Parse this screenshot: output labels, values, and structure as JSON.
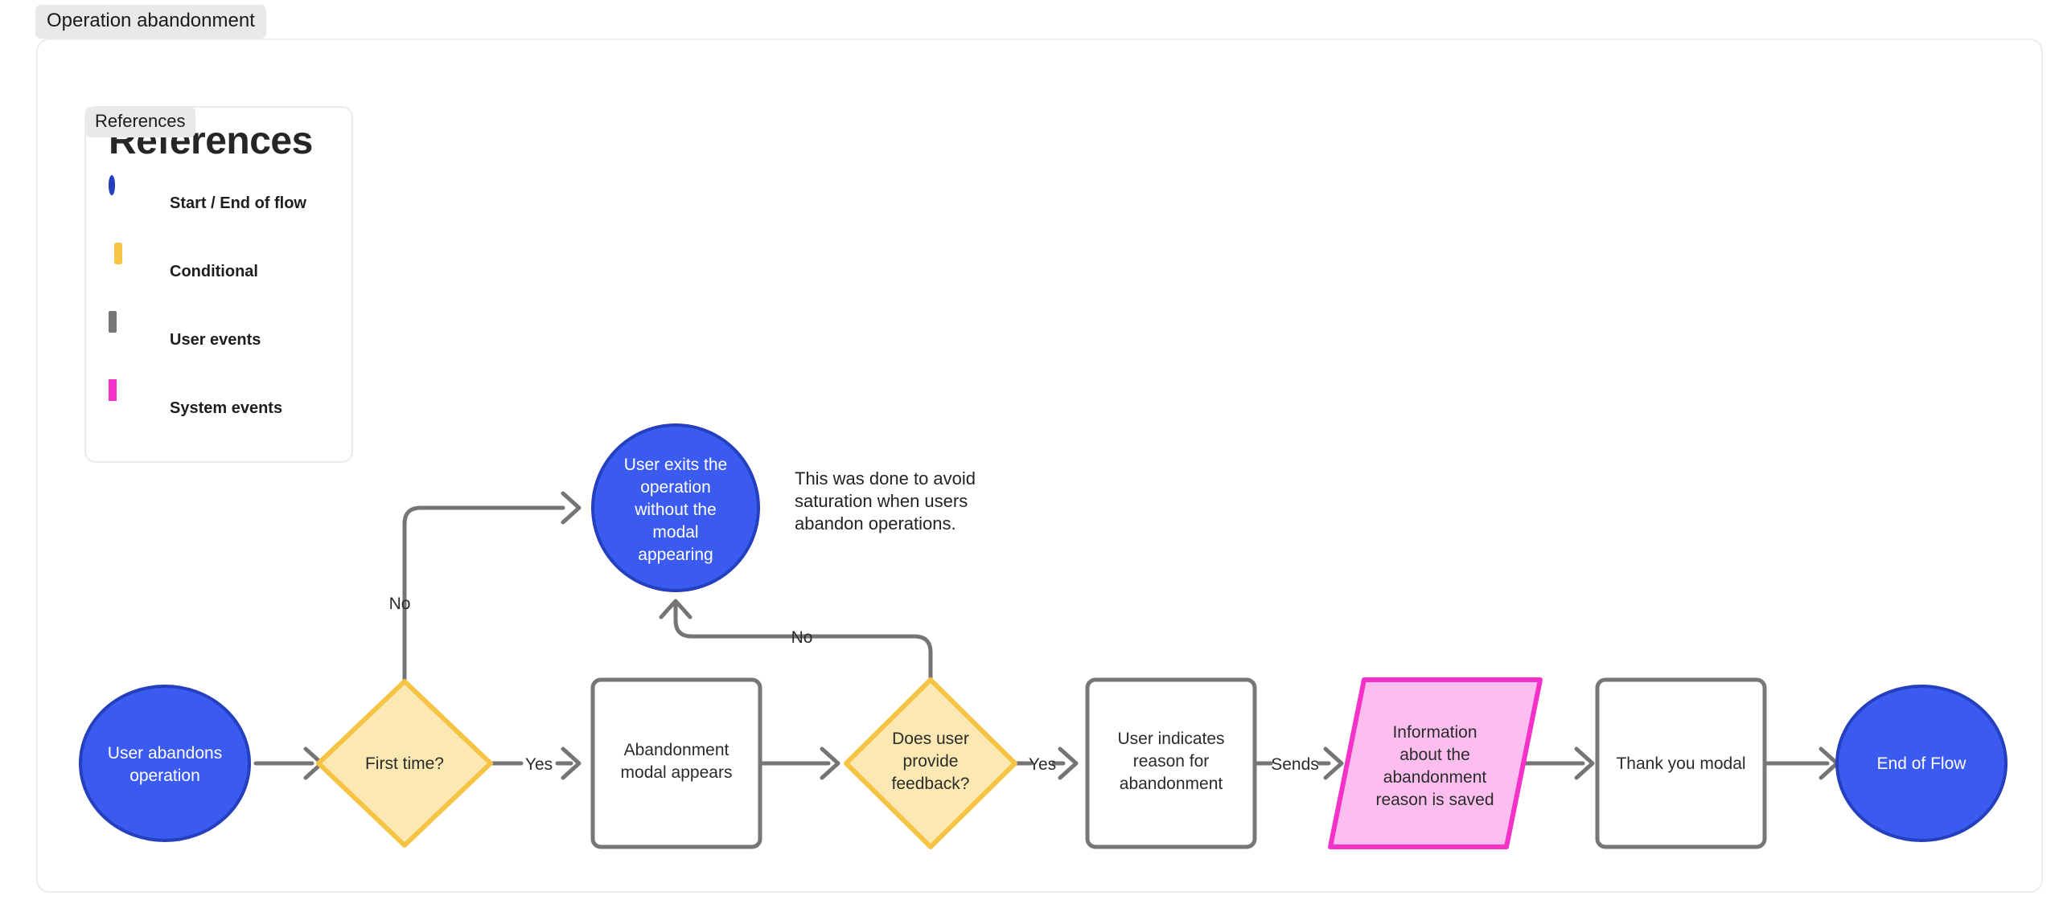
{
  "tabs": {
    "operation_chip": "Operation abandonment",
    "references_chip": "References"
  },
  "references_panel": {
    "title": "References",
    "items": [
      {
        "shape": "circle",
        "label": "Start / End of flow",
        "fill": "#3B5BF0",
        "stroke": "#2540BE"
      },
      {
        "shape": "diamond",
        "label": "Conditional",
        "fill": "#FCE8B2",
        "stroke": "#F6C445"
      },
      {
        "shape": "square",
        "label": "User events",
        "fill": "#FFFFFF",
        "stroke": "#777777"
      },
      {
        "shape": "parallelogram",
        "label": "System events",
        "fill": "#FBBEEE",
        "stroke": "#F531C8"
      }
    ]
  },
  "flow": {
    "nodes": [
      {
        "id": "start",
        "shape": "circle",
        "lines": [
          "User abandons",
          "operation"
        ]
      },
      {
        "id": "first-time",
        "shape": "diamond",
        "lines": [
          "First time?"
        ]
      },
      {
        "id": "exit-no-modal",
        "shape": "circle",
        "lines": [
          "User exits the",
          "operation",
          "without the",
          "modal",
          "appearing"
        ]
      },
      {
        "id": "abandonment-modal",
        "shape": "box",
        "lines": [
          "Abandonment",
          "modal appears"
        ]
      },
      {
        "id": "provide-feedback",
        "shape": "diamond",
        "lines": [
          "Does user",
          "provide",
          "feedback?"
        ]
      },
      {
        "id": "indicates-reason",
        "shape": "box",
        "lines": [
          "User indicates",
          "reason for",
          "abandonment"
        ]
      },
      {
        "id": "info-saved",
        "shape": "parallelogram",
        "lines": [
          "Information",
          "about the",
          "abandonment",
          "reason is saved"
        ]
      },
      {
        "id": "thank-you",
        "shape": "box",
        "lines": [
          "Thank you modal"
        ]
      },
      {
        "id": "end",
        "shape": "circle",
        "lines": [
          "End of Flow"
        ]
      }
    ],
    "edge_labels": {
      "first_time_no": "No",
      "first_time_yes": "Yes",
      "feedback_no": "No",
      "feedback_yes": "Yes",
      "sends": "Sends"
    },
    "note": {
      "lines": [
        "This was done to avoid",
        "saturation when users",
        "abandon operations."
      ]
    }
  },
  "chart_data": {
    "type": "diagram",
    "title": "Operation abandonment",
    "nodes": [
      {
        "id": "start",
        "label": "User abandons operation",
        "type": "start-end"
      },
      {
        "id": "first-time",
        "label": "First time?",
        "type": "conditional"
      },
      {
        "id": "exit-no-modal",
        "label": "User exits the operation without the modal appearing",
        "type": "start-end"
      },
      {
        "id": "abandonment-modal",
        "label": "Abandonment modal appears",
        "type": "user-event"
      },
      {
        "id": "provide-feedback",
        "label": "Does user provide feedback?",
        "type": "conditional"
      },
      {
        "id": "indicates-reason",
        "label": "User indicates reason for abandonment",
        "type": "user-event"
      },
      {
        "id": "info-saved",
        "label": "Information about the abandonment reason is saved",
        "type": "system-event"
      },
      {
        "id": "thank-you",
        "label": "Thank you modal",
        "type": "user-event"
      },
      {
        "id": "end",
        "label": "End of Flow",
        "type": "start-end"
      }
    ],
    "edges": [
      {
        "from": "start",
        "to": "first-time",
        "label": ""
      },
      {
        "from": "first-time",
        "to": "exit-no-modal",
        "label": "No"
      },
      {
        "from": "first-time",
        "to": "abandonment-modal",
        "label": "Yes"
      },
      {
        "from": "abandonment-modal",
        "to": "provide-feedback",
        "label": ""
      },
      {
        "from": "provide-feedback",
        "to": "exit-no-modal",
        "label": "No"
      },
      {
        "from": "provide-feedback",
        "to": "indicates-reason",
        "label": "Yes"
      },
      {
        "from": "indicates-reason",
        "to": "info-saved",
        "label": "Sends"
      },
      {
        "from": "info-saved",
        "to": "thank-you",
        "label": ""
      },
      {
        "from": "thank-you",
        "to": "end",
        "label": ""
      }
    ],
    "annotations": [
      {
        "target": "exit-no-modal",
        "text": "This was done to avoid saturation when users abandon operations."
      }
    ]
  }
}
